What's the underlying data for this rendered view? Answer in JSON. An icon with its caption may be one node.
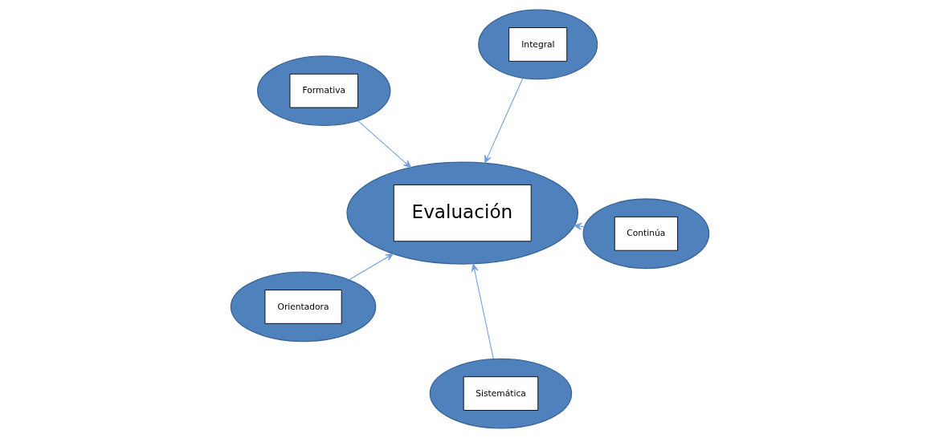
{
  "diagram": {
    "nodes": [
      {
        "text": [
          "Formativa"
        ]
      },
      {
        "text": [
          "Continúa"
        ]
      },
      {
        "text": [
          "Sistemática"
        ]
      },
      {
        "text": [
          "Evaluación"
        ]
      },
      {
        "text": [
          "Integral"
        ]
      },
      {
        "text": [
          "Orientadora"
        ]
      }
    ],
    "edges": [
      {
        "from": 0,
        "to": 3,
        "arrow": "to"
      },
      {
        "from": 1,
        "to": 3,
        "arrow": "to"
      },
      {
        "from": 2,
        "to": 3,
        "arrow": "to"
      },
      {
        "from": 4,
        "to": 3,
        "arrow": "to"
      },
      {
        "from": 5,
        "to": 3,
        "arrow": "to"
      }
    ]
  }
}
